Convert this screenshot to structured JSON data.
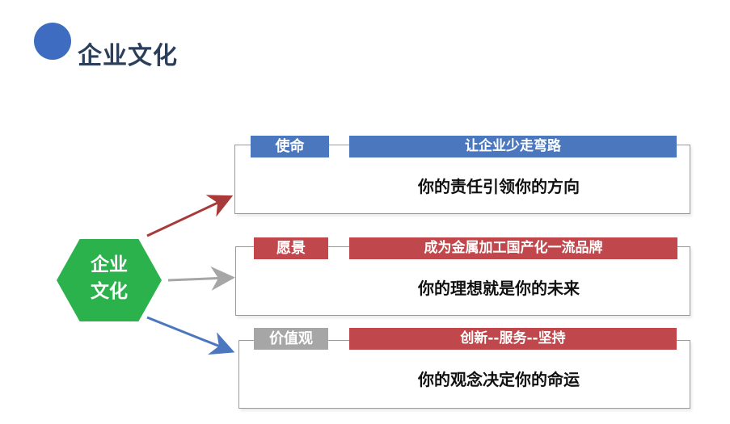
{
  "header": {
    "title": "企业文化"
  },
  "center": {
    "line1": "企业",
    "line2": "文化"
  },
  "branches": [
    {
      "tag": "使命",
      "slogan": "让企业少走弯路",
      "statement": "你的责任引领你的方向",
      "color": "#4b77bf",
      "arrow_color": "#a83a3a"
    },
    {
      "tag": "愿景",
      "slogan": "成为金属加工国产化一流品牌",
      "statement": "你的理想就是你的未来",
      "color": "#c0474b",
      "arrow_color": "#a6a6a6"
    },
    {
      "tag": "价值观",
      "slogan": "创新--服务--坚持",
      "statement": "你的观念决定你的命运",
      "color": "#a6a6a6",
      "arrow_color": "#4b77bf"
    }
  ],
  "icons": {
    "title_dot": "circle-bullet-icon",
    "center_shape": "hexagon-icon"
  }
}
